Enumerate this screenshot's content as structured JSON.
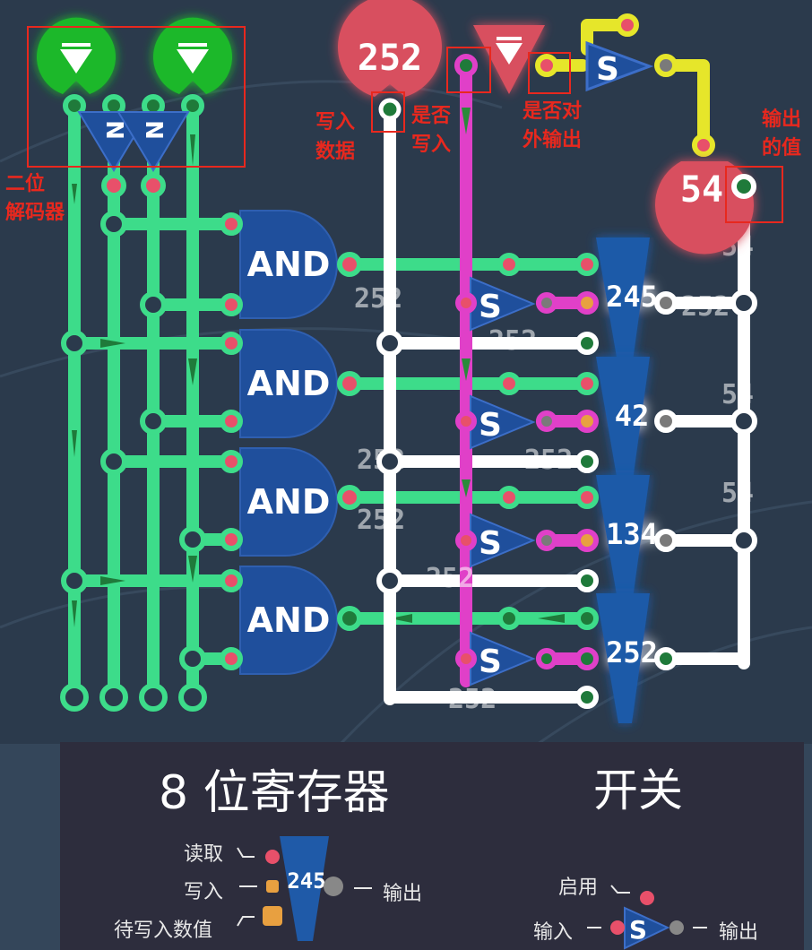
{
  "circuit": {
    "decoder_glyph": "N",
    "and_gate_label": "AND",
    "switch_label": "S",
    "input_value": "252",
    "output_value": "54",
    "register_values": [
      "245",
      "42",
      "134",
      "252"
    ],
    "ghost_texts": [
      "252",
      "252",
      "252",
      "252",
      "252",
      "252",
      "252",
      "252",
      "54",
      "54",
      "54"
    ]
  },
  "annotations": {
    "write_data": [
      "写入",
      "数据"
    ],
    "write_enable": [
      "是否",
      "写入"
    ],
    "output_enable": [
      "是否对",
      "外输出"
    ],
    "output_value": [
      "输出",
      "的值"
    ],
    "decoder": [
      "二位",
      "解码器"
    ]
  },
  "legend": {
    "register_title": "8 位寄存器",
    "switch_title": "开关",
    "register_read": "读取",
    "register_write": "写入",
    "register_pending": "待写入数值",
    "register_output": "输出",
    "register_sample_value": "245",
    "switch_enable": "启用",
    "switch_input": "输入",
    "switch_output": "输出",
    "switch_sample_label": "S"
  },
  "colors": {
    "green_wire": "#3ddc8a",
    "magenta_wire": "#e040c8",
    "white_wire": "#ffffff",
    "yellow_wire": "#e6e62a",
    "gate_blue": "#1f4f9c",
    "pin_red": "#e8506a",
    "pin_green": "#1f7a3a",
    "pin_orange": "#e8a040",
    "pin_gray": "#7a7a7a",
    "annotation_red": "#e8281e"
  }
}
